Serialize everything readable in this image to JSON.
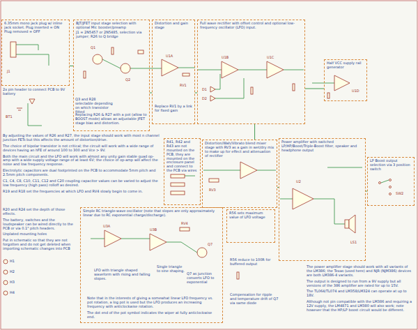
{
  "diagram": {
    "nodes": [
      {
        "text": [
          "6.35mm mono jack plug w/ inline jack socket. Plug inserted = ON Plug removed = OFF"
        ]
      },
      {
        "text": [
          "BJT/JFET input stage selection with optional Mic booster/preamp",
          "J1 = 2N5457 or 2N5485, selection via jumper; R26 to Q bridge"
        ]
      },
      {
        "text": [
          "Distortion and gain stage"
        ]
      },
      {
        "text": [
          "Full wave rectifier with offset control and optional low-frequency oscillator (LFO) input."
        ]
      },
      {
        "text": [
          "Half VCC supply rail generator"
        ]
      },
      {
        "text": [
          "R41, R42 and R43 are not mounted on the PCB, they are mounted on the enclosure panel and connect to the PCB via wires"
        ]
      },
      {
        "text": [
          "Distortion/Wah/Vibrato blend mixer stage with RV3 as a gain in wet/dry mix to make up for effect and attenuation of rectifier"
        ]
      },
      {
        "text": [
          "Power amplifier with switched LP/HP/Boost/Triple-Boost filter, speaker and headphone output"
        ]
      },
      {
        "text": [
          "LP Boost output selection via 3 position switch"
        ]
      },
      {
        "text": [
          "Simple RC triangle-wave oscillator (note that slopes are only approximately linear due to RC exponential charge/discharge)."
        ]
      },
      {
        "text": [
          "R56 sets maximum value of LFO voltage"
        ]
      }
    ],
    "edges": [
      {
        "from": 0,
        "to": 1,
        "arrow": "none"
      },
      {
        "from": 1,
        "to": 2,
        "arrow": "none"
      },
      {
        "from": 2,
        "to": 3,
        "arrow": "none"
      },
      {
        "from": 3,
        "to": 4,
        "arrow": "none"
      },
      {
        "from": 3,
        "to": 6,
        "arrow": "none"
      },
      {
        "from": 6,
        "to": 7,
        "arrow": "none"
      },
      {
        "from": 7,
        "to": 8,
        "arrow": "none"
      }
    ],
    "labels": [
      "2x pin header to connect PCB to 9V battery",
      "Q3 and R28 selectable depending on which transistor fitted",
      "Replacing R26 & R27 with a pot (allow to BOOST mode) allows an adjustable JFET stage bias and distortion.",
      "Replace RV1 by a link for fixed gain",
      "By adjusting the values of R26 and R27, the input stage should work with most n channel junction FETs but this affects the amount of distortion/drive.",
      "The choice of bipolar transistor is not critical; the circuit will work with a wide range of devices having an hFE of around 100 to 300 and Vce > 9V.",
      "Both the main circuit and the LFO will work with almost any unity gain stable quad op-amp with a wide supply voltage range of at least 6V; the choice of op-amp will affect the noise and low frequency response.",
      "Electrolytic capacitors are dual footprinted on the PCB to accommodate 5mm pitch and 2.5mm pitch components.",
      "C1, C4, C8, C10, C11, C12 and C20 coupling capacitor values can be varied to adjust the low frequency (high pass) rolloff as desired.",
      "R19 and R18 set the frequencies at which LFO and RV4 slowly begin to come in.",
      "R20 and R24 set the depth of those effects.",
      "The battery, switches and the loudspeaker can be wired directly to the PCB or via 0.1\" pitch headers.",
      "Unplated mounting holes",
      "Put in schematic so that they are not forgotten and do not get deleted when importing schematic changes into PCB",
      "H1",
      "H2",
      "H3",
      "H4",
      "LFO with triangle shaped waveform with rising and falling slopes.",
      "Single triangle to sine shaping.",
      "Q7 as junction converts LFO to exponential",
      "Note that in the interests of giving a somewhat linear LFO frequency vs. pot rotation, a log pot is used but the LFO produces an increasing frequency with anticlockwise rotation.",
      "The dot end of the pot symbol indicates the wiper at fully anticlockwise end.",
      "Compensation for ripple and temperature drift of Q7 via same diode",
      "R56 reduce to 100R for buffered output",
      "The power amplifier stage should work with all variants of the LM386; the Texas (used here) and NJR (NJM386) devices are both LM386-4 variants.",
      "The output is designed to run from a 9V supply but all versions of the 386 amplifier are rated for up to 15V.",
      "The TL064/TL074 and LM358/LM324 can operate at up to 18V.",
      "Although not pin compatible with the LM386 and requiring a 12V supply, the LM4871 and LM380 will also work; note however that the HP/LP boost circuit would be different.",
      "J1",
      "BT1",
      "Q1",
      "Q2",
      "U1A",
      "RV1",
      "U1B",
      "U1C",
      "D1",
      "D2",
      "U1D",
      "U2",
      "LS1",
      "SW2",
      "RV3",
      "U3A",
      "U3B",
      "Q7",
      "RV4"
    ]
  }
}
